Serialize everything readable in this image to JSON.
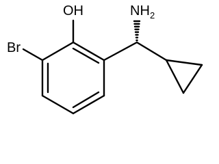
{
  "molecule": {
    "atoms": {
      "hydroxyl": "OH",
      "bromine": "Br",
      "amine": "NH",
      "amine_subscript": "2"
    },
    "stereo_bond": "hashed-wedge",
    "colors": {
      "ink": "#000000",
      "background": "#ffffff"
    }
  }
}
